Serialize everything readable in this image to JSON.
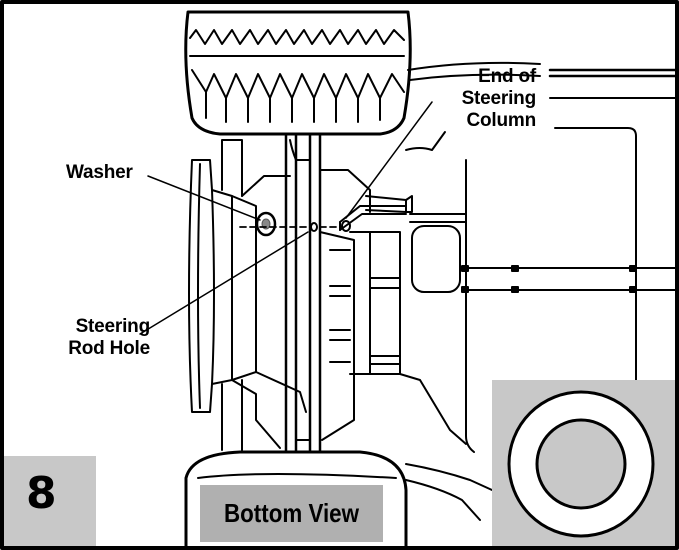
{
  "step": {
    "number": "8"
  },
  "view_label": "Bottom View",
  "callouts": {
    "washer": {
      "line1": "Washer"
    },
    "end_of_steering_column": {
      "line1": "End of",
      "line2": "Steering",
      "line3": "Column"
    },
    "steering_rod_hole": {
      "line1": "Steering",
      "line2": "Rod Hole"
    }
  },
  "colors": {
    "frame": "#000000",
    "panel_gray": "#c8c8c8",
    "label_gray": "#b0b0b0",
    "background": "#ffffff"
  }
}
